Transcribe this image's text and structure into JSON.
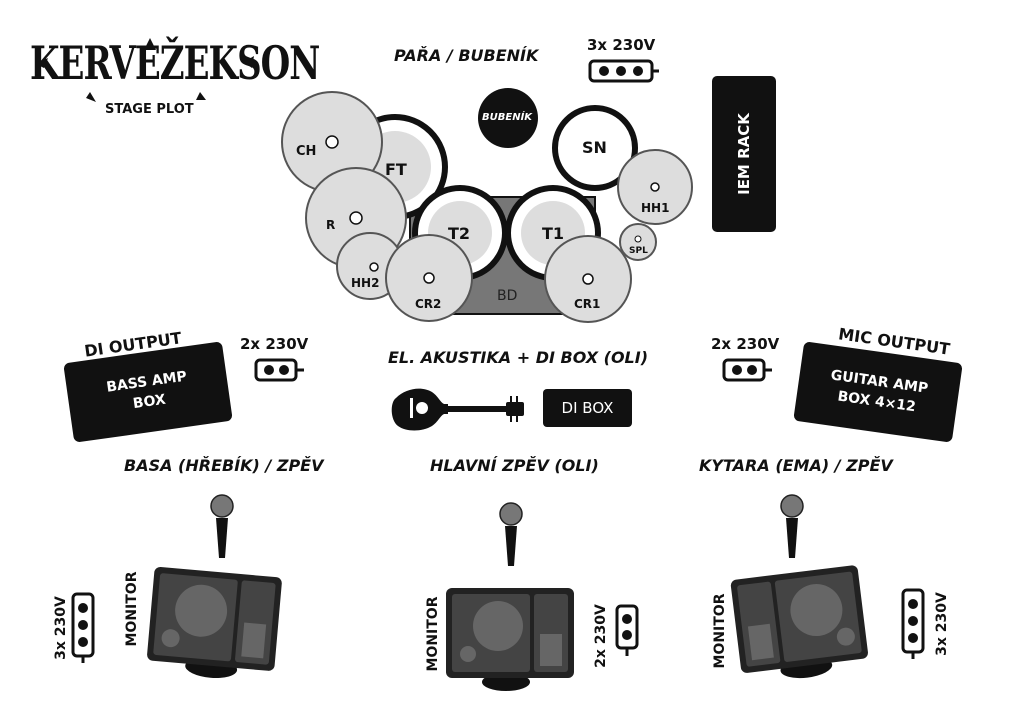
{
  "header": {
    "logo_text": "KERVEŽEKSON",
    "subtitle": "STAGE PLOT"
  },
  "drums": {
    "section_label": "PAŘA / BUBENÍK",
    "drummer_label": "BUBENÍK",
    "power_label": "3x 230V",
    "pieces": {
      "ch": "CH",
      "ft": "FT",
      "r": "R",
      "t2": "T2",
      "t1": "T1",
      "sn": "SN",
      "hh1": "HH1",
      "hh2": "HH2",
      "spl": "SPL",
      "cr2": "CR2",
      "cr1": "CR1",
      "bd": "BD"
    }
  },
  "iem_rack": {
    "label": "IEM RACK"
  },
  "bass": {
    "output_label": "DI OUTPUT",
    "amp_label_line1": "BASS AMP",
    "amp_label_line2": "BOX",
    "power_label": "2x 230V",
    "position_label": "BASA (HŘEBÍK) / ZPĚV",
    "monitor_label": "MONITOR",
    "monitor_power": "3x 230V"
  },
  "acoustic": {
    "label": "EL. AKUSTIKA + DI BOX (OLI)",
    "di_box_label": "DI BOX"
  },
  "vocal": {
    "position_label": "HLAVNÍ ZPĚV (OLI)",
    "monitor_label": "MONITOR",
    "monitor_power": "2x 230V"
  },
  "guitar": {
    "output_label": "MIC OUTPUT",
    "amp_label_line1": "GUITAR AMP",
    "amp_label_line2": "BOX 4×12",
    "power_label": "2x 230V",
    "position_label": "KYTARA (EMA) / ZPĚV",
    "monitor_label": "MONITOR",
    "monitor_power": "3x 230V"
  }
}
